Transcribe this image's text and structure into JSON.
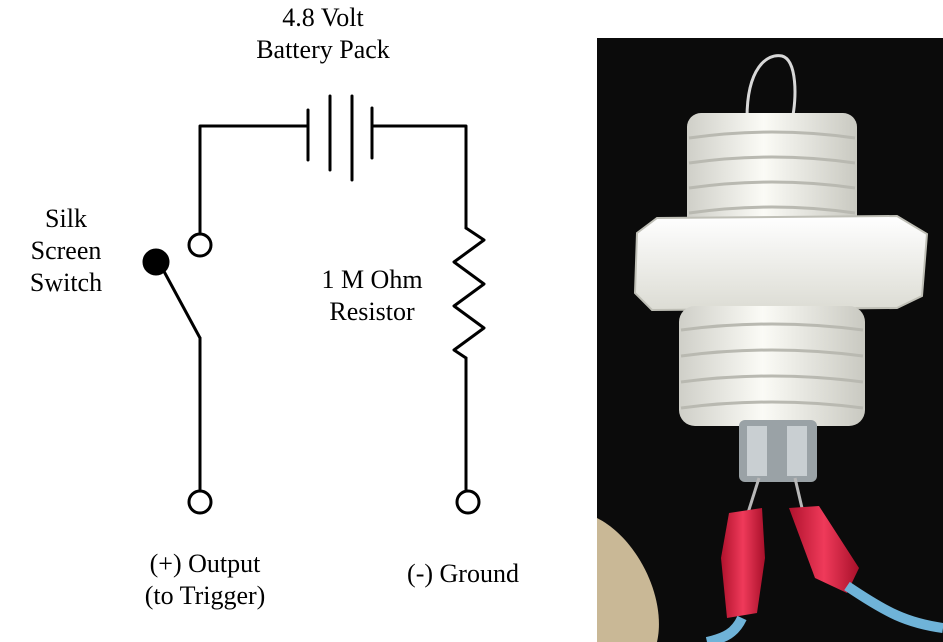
{
  "diagram": {
    "battery_label_line1": "4.8 Volt",
    "battery_label_line2": "Battery Pack",
    "switch_label_line1": "Silk",
    "switch_label_line2": "Screen",
    "switch_label_line3": "Switch",
    "resistor_label_line1": "1 M Ohm",
    "resistor_label_line2": "Resistor",
    "output_label_line1": "(+)  Output",
    "output_label_line2": "(to Trigger)",
    "ground_label": "(-)  Ground"
  },
  "photo": {
    "subject": "silk screen switch sensor with red crimp terminals and blue wires"
  },
  "colors": {
    "wire": "#000000",
    "photo_background": "#0b0b0b",
    "nylon": "#f2f2ee",
    "terminal_red": "#d81e3c",
    "wire_blue": "#6fb3d8"
  }
}
